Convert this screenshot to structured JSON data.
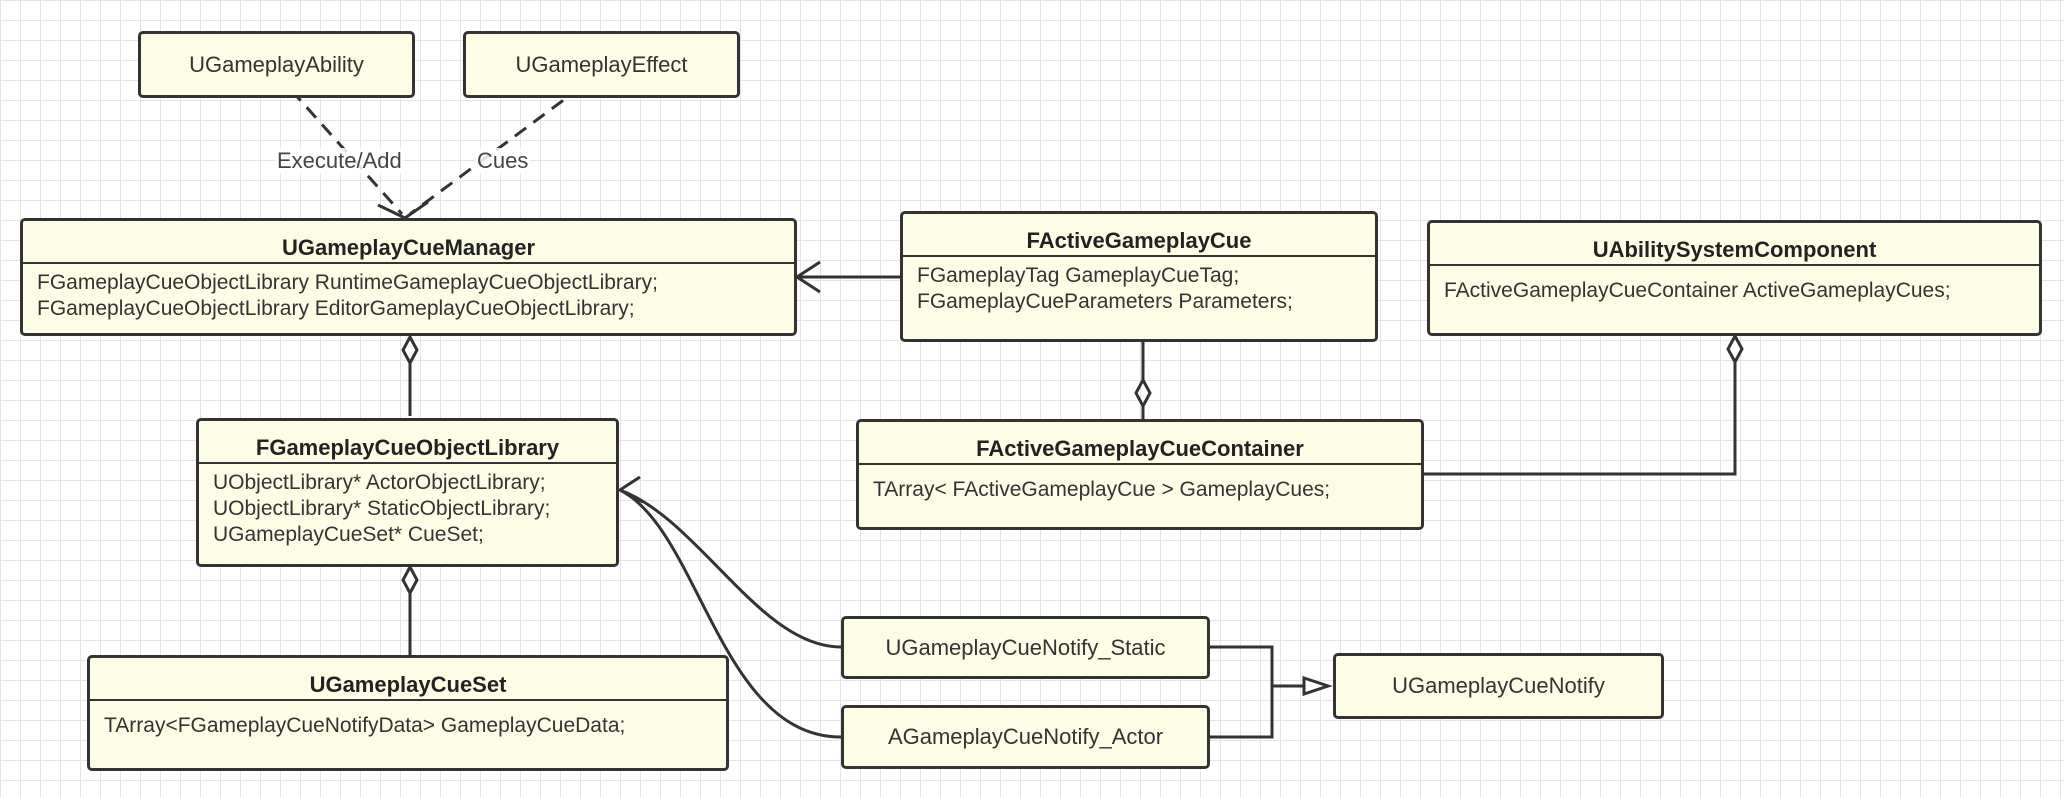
{
  "classes": {
    "ability": {
      "name": "UGameplayAbility"
    },
    "effect": {
      "name": "UGameplayEffect"
    },
    "manager": {
      "name": "UGameplayCueManager",
      "fields": [
        "FGameplayCueObjectLibrary RuntimeGameplayCueObjectLibrary;",
        "FGameplayCueObjectLibrary EditorGameplayCueObjectLibrary;"
      ]
    },
    "active_cue": {
      "name": "FActiveGameplayCue",
      "fields": [
        "FGameplayTag GameplayCueTag;",
        "FGameplayCueParameters Parameters;"
      ]
    },
    "asc": {
      "name": "UAbilitySystemComponent",
      "fields": [
        "FActiveGameplayCueContainer ActiveGameplayCues;"
      ]
    },
    "object_library": {
      "name": "FGameplayCueObjectLibrary",
      "fields": [
        "UObjectLibrary* ActorObjectLibrary;",
        "UObjectLibrary* StaticObjectLibrary;",
        "UGameplayCueSet* CueSet;"
      ]
    },
    "container": {
      "name": "FActiveGameplayCueContainer",
      "fields": [
        "TArray< FActiveGameplayCue > GameplayCues;"
      ]
    },
    "cue_set": {
      "name": "UGameplayCueSet",
      "fields": [
        "TArray<FGameplayCueNotifyData> GameplayCueData;"
      ]
    },
    "notify_static": {
      "name": "UGameplayCueNotify_Static"
    },
    "notify_actor": {
      "name": "AGameplayCueNotify_Actor"
    },
    "notify": {
      "name": "UGameplayCueNotify"
    }
  },
  "edge_labels": {
    "execute_add": "Execute/Add",
    "cues": "Cues"
  },
  "colors": {
    "box_fill": "#fdfde6",
    "stroke": "#333333",
    "grid": "#e4e4e4"
  }
}
